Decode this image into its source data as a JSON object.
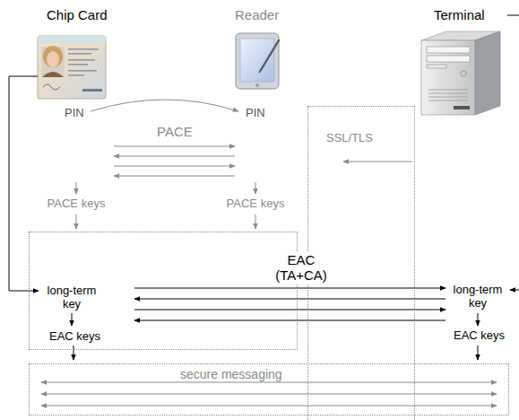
{
  "diagram": {
    "nodes": [
      {
        "text": [
          "SSL/TLS"
        ]
      },
      {
        "text": [
          "long-term key",
          "EAC keys"
        ]
      },
      {
        "text": [
          "secure messaging"
        ]
      }
    ],
    "labels": [
      "Chip Card",
      "Reader",
      "Terminal",
      "PIN",
      "PIN",
      "PACE",
      "PACE keys",
      "PACE keys",
      "EAC (TA+CA)",
      "long-term key",
      "EAC keys"
    ]
  }
}
